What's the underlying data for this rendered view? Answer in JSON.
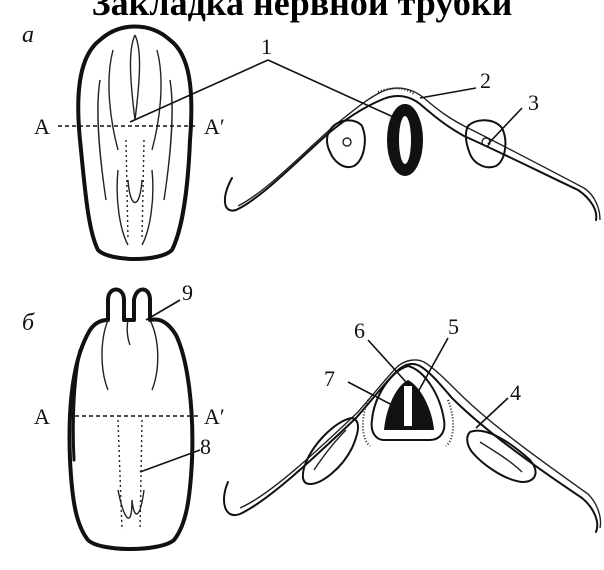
{
  "title": "Закладка нервной трубки",
  "panels": {
    "a": {
      "letter": "а",
      "section_left": "А",
      "section_right": "А′",
      "labels": [
        "1",
        "2",
        "3"
      ]
    },
    "b": {
      "letter": "б",
      "section_left": "А",
      "section_right": "А′",
      "labels": [
        "4",
        "5",
        "6",
        "7",
        "8",
        "9"
      ]
    }
  }
}
